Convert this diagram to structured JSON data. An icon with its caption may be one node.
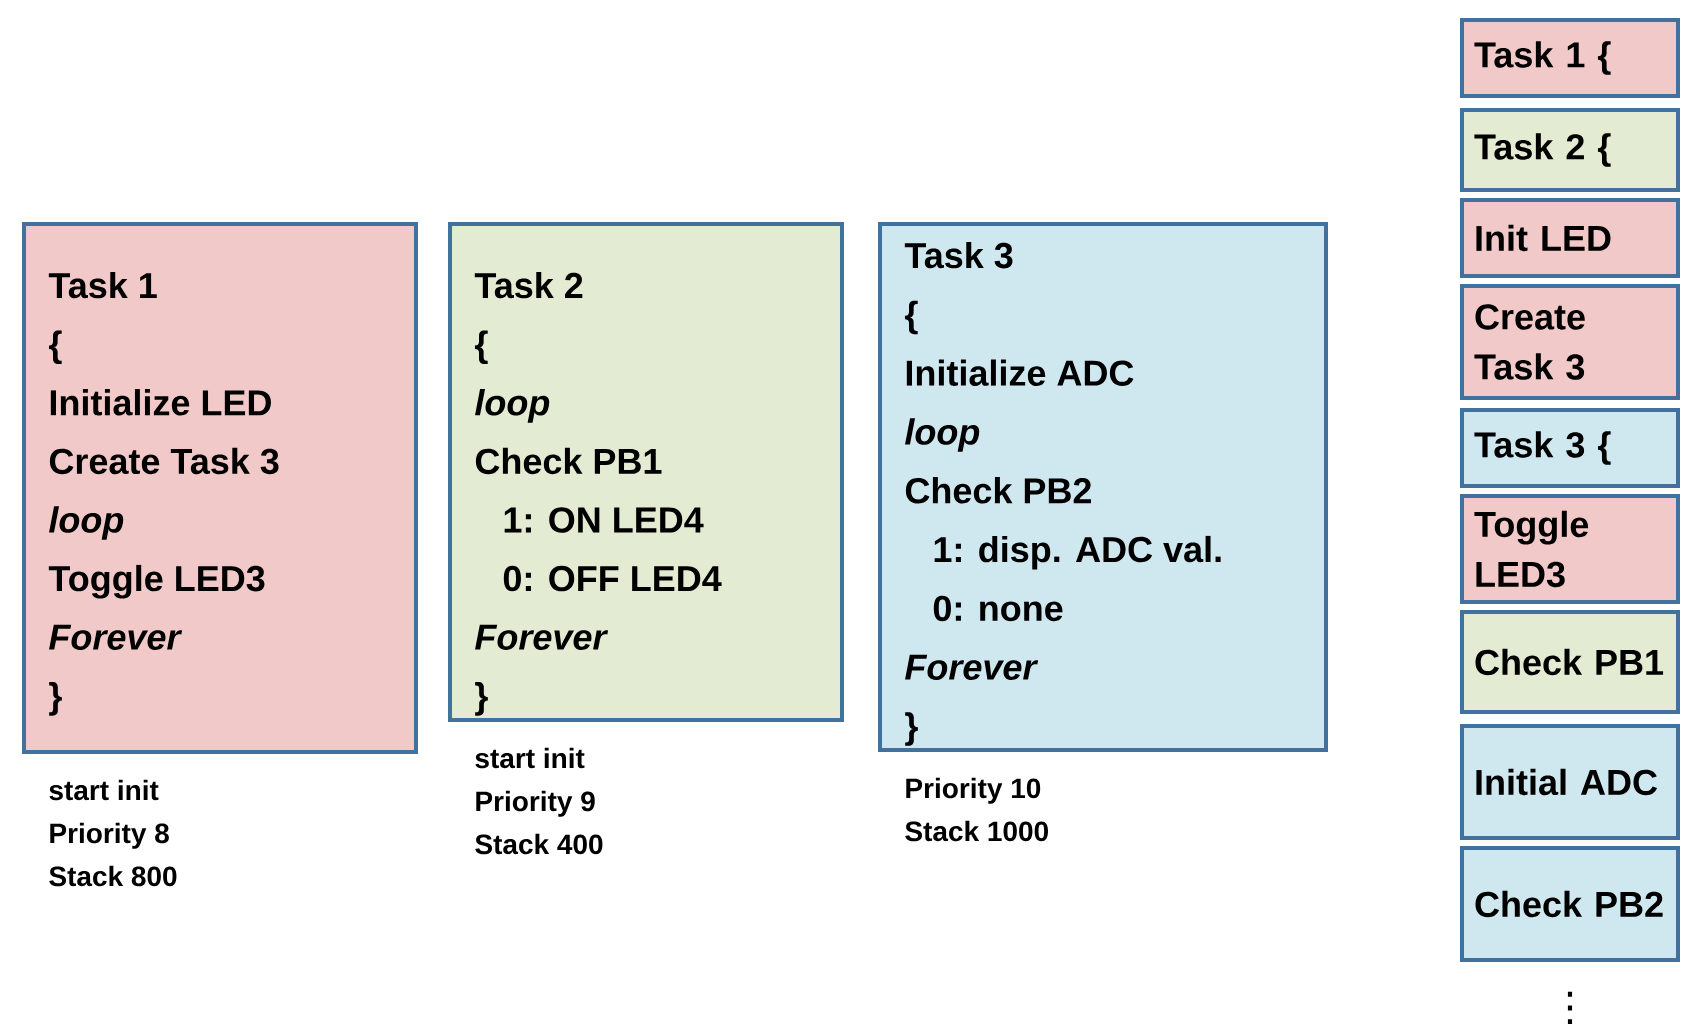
{
  "diagram": {
    "nodes": [
      {
        "text": [
          "Task 1",
          "{",
          "Initialize LED",
          "Create Task 3",
          "*loop*",
          "Toggle LED3",
          "*Forever*",
          "}"
        ],
        "beside": [
          "start init",
          "Priority 8",
          "Stack 800"
        ]
      },
      {
        "text": [
          "Task 2",
          "{",
          "*loop*",
          "Check PB1",
          "1: ON LED4",
          "0: OFF LED4",
          "*Forever*",
          "}"
        ],
        "beside": [
          "start init",
          "Priority 9",
          "Stack 400"
        ]
      },
      {
        "text": [
          "Task 3",
          "{",
          "Initialize ADC",
          "*loop*",
          "Check PB2",
          "1: disp. ADC val.",
          "0: none",
          "*Forever*",
          "}"
        ],
        "beside": [
          "Priority 10",
          "Stack 1000"
        ]
      },
      {
        "text": [
          "Task 1 {"
        ]
      },
      {
        "text": [
          "Task 2 {"
        ]
      },
      {
        "text": [
          "Init LED"
        ]
      },
      {
        "text": [
          "Create Task 3"
        ]
      },
      {
        "text": [
          "Task 3 {"
        ]
      },
      {
        "text": [
          "Toggle LED3"
        ]
      },
      {
        "text": [
          "Check PB1"
        ]
      },
      {
        "text": [
          "Initial ADC"
        ]
      },
      {
        "text": [
          "Check PB2"
        ]
      }
    ],
    "labels": [
      "⋮"
    ]
  }
}
